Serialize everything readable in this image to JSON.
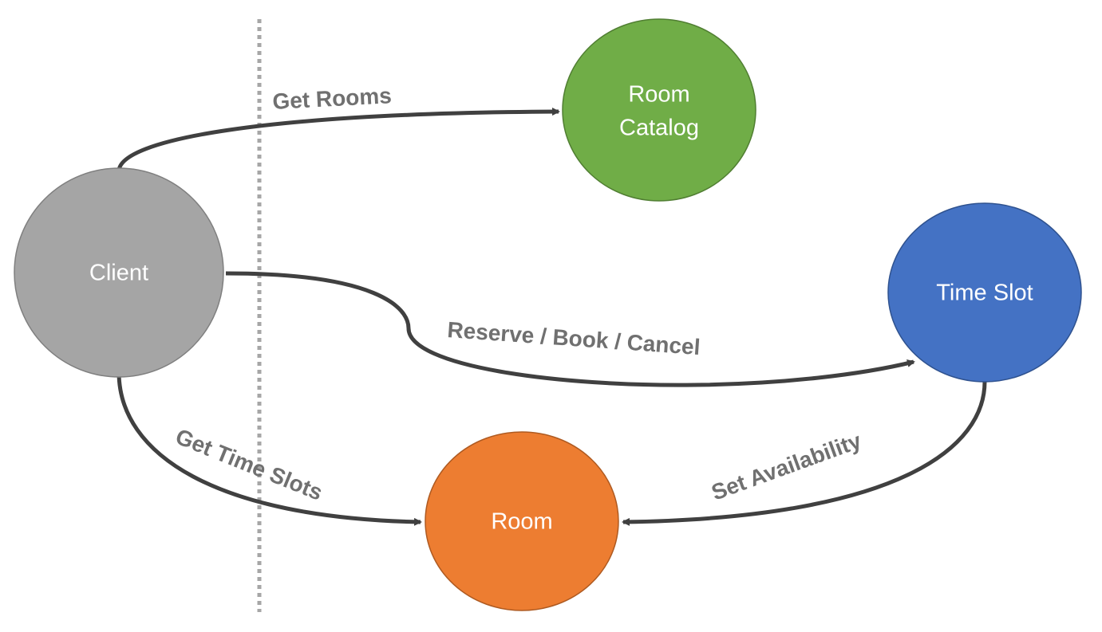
{
  "nodes": {
    "client": {
      "label": "Client",
      "fill": "#A5A5A5",
      "stroke": "#7F7F7F"
    },
    "room_catalog": {
      "line1": "Room",
      "line2": "Catalog",
      "fill": "#70AD47",
      "stroke": "#507E32"
    },
    "time_slot": {
      "label": "Time Slot",
      "fill": "#4472C4",
      "stroke": "#2F528F"
    },
    "room": {
      "label": "Room",
      "fill": "#ED7D31",
      "stroke": "#AE5A21"
    }
  },
  "edges": {
    "get_rooms": {
      "label": "Get Rooms",
      "from": "Client",
      "to": "Room Catalog"
    },
    "reserve": {
      "label": "Reserve / Book / Cancel",
      "from": "Client",
      "to": "Time Slot"
    },
    "get_time_slots": {
      "label": "Get Time Slots",
      "from": "Client",
      "to": "Room"
    },
    "set_availability": {
      "label": "Set Availability",
      "from": "Time Slot",
      "to": "Room"
    }
  },
  "colors": {
    "edge": "#404040",
    "edge_label": "#707070",
    "boundary": "#A6A6A6"
  }
}
